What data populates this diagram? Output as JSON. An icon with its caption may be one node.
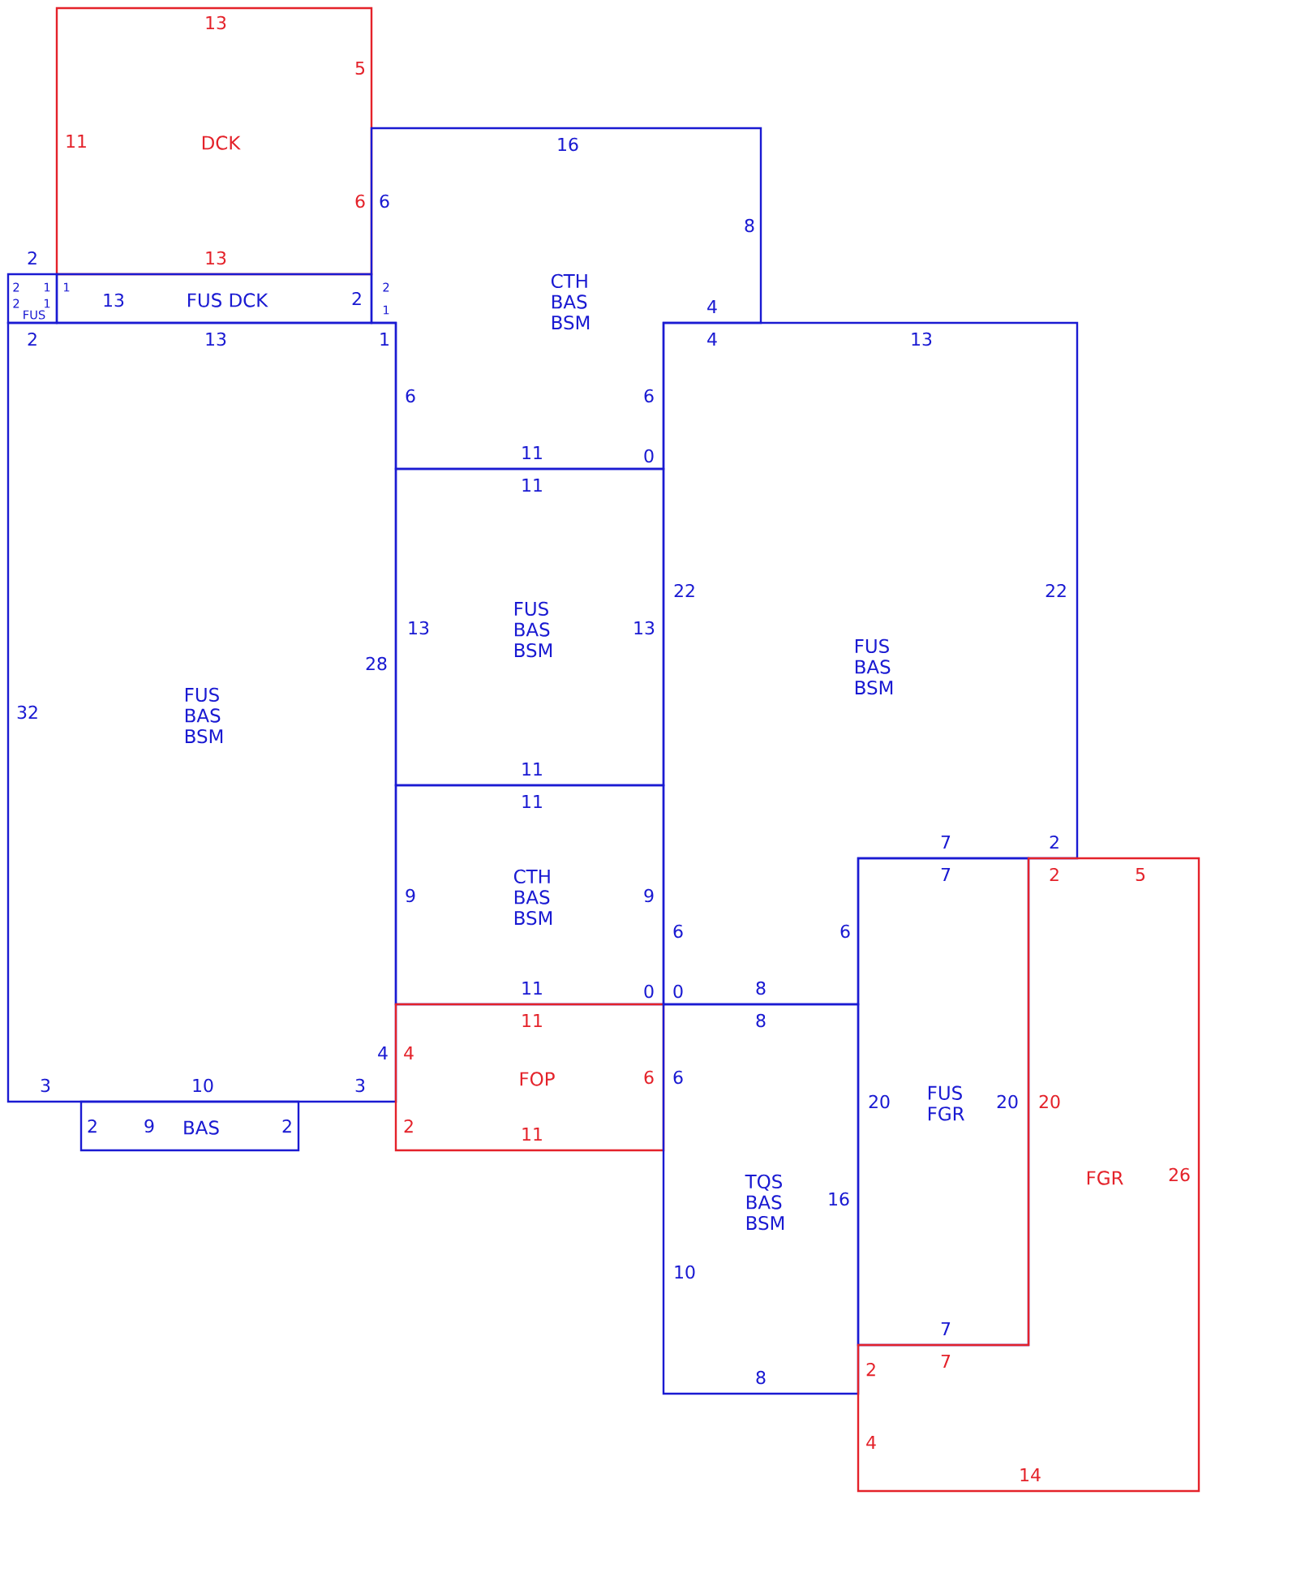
{
  "diagram": {
    "nodes": [
      {
        "text": [
          "DCK"
        ]
      },
      {
        "text": [
          "FUS"
        ]
      },
      {
        "text": [
          "FUS DCK"
        ]
      },
      {
        "text": [
          "CTH BAS BSM"
        ]
      },
      {
        "text": [
          "FUS BAS BSM"
        ]
      },
      {
        "text": [
          "BAS"
        ]
      },
      {
        "text": [
          "FUS BAS BSM"
        ]
      },
      {
        "text": [
          "CTH BAS BSM"
        ]
      },
      {
        "text": [
          "FOP"
        ]
      },
      {
        "text": [
          "FUS BAS BSM"
        ]
      },
      {
        "text": [
          "TQS BAS BSM"
        ]
      },
      {
        "text": [
          "FUS FGR"
        ]
      },
      {
        "text": [
          "FGR"
        ]
      }
    ],
    "labels": [
      "13",
      "5",
      "11",
      "16",
      "6",
      "6",
      "8",
      "2",
      "13",
      "2",
      "1",
      "1",
      "2",
      "1",
      "13",
      "2",
      "2",
      "1",
      "4",
      "2",
      "13",
      "1",
      "4",
      "13",
      "6",
      "6",
      "11",
      "0",
      "11",
      "22",
      "22",
      "13",
      "13",
      "28",
      "32",
      "11",
      "11",
      "7",
      "2",
      "7",
      "2",
      "5",
      "9",
      "9",
      "6",
      "6",
      "11",
      "0",
      "0",
      "8",
      "11",
      "8",
      "4",
      "4",
      "6",
      "6",
      "3",
      "10",
      "3",
      "20",
      "20",
      "20",
      "2",
      "9",
      "2",
      "2",
      "11",
      "26",
      "16",
      "10",
      "7",
      "7",
      "2",
      "8",
      "4",
      "14"
    ]
  }
}
